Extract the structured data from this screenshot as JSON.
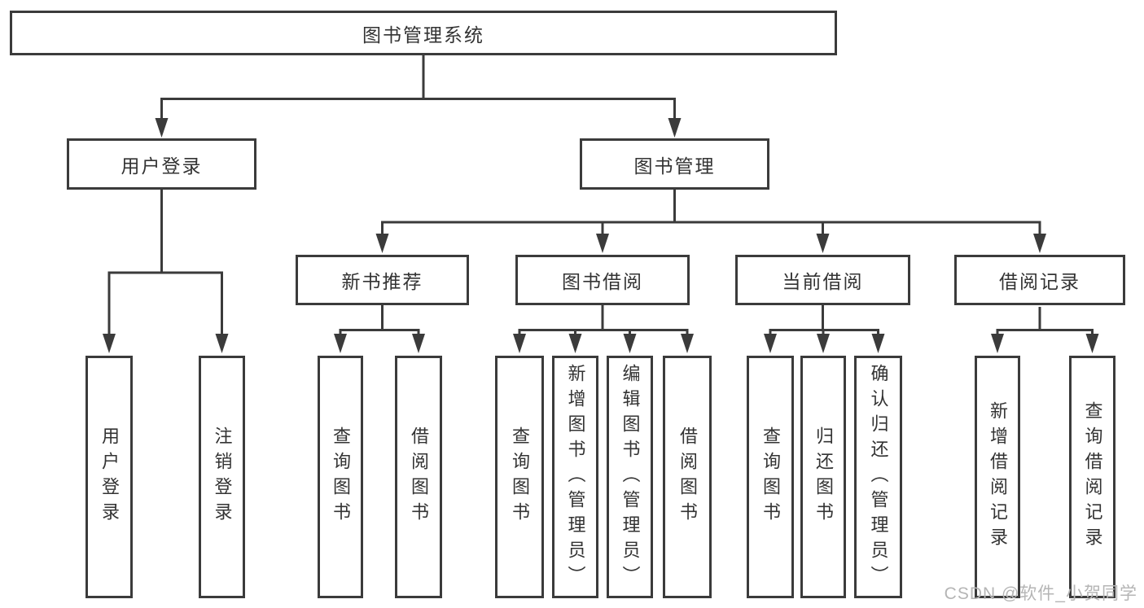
{
  "tree": {
    "label": "图书管理系统",
    "children": [
      {
        "label": "用户登录",
        "children": [
          {
            "label": "用户登录"
          },
          {
            "label": "注销登录"
          }
        ]
      },
      {
        "label": "图书管理",
        "children": [
          {
            "label": "新书推荐",
            "children": [
              {
                "label": "查询图书"
              },
              {
                "label": "借阅图书"
              }
            ]
          },
          {
            "label": "图书借阅",
            "children": [
              {
                "label": "查询图书"
              },
              {
                "label": "新增图书（管理员）"
              },
              {
                "label": "编辑图书（管理员）"
              },
              {
                "label": "借阅图书"
              }
            ]
          },
          {
            "label": "当前借阅",
            "children": [
              {
                "label": "查询图书"
              },
              {
                "label": "归还图书"
              },
              {
                "label": "确认归还（管理员）"
              }
            ]
          },
          {
            "label": "借阅记录",
            "children": [
              {
                "label": "新增借阅记录"
              },
              {
                "label": "查询借阅记录"
              }
            ]
          }
        ]
      }
    ]
  },
  "watermark": {
    "text": "CSDN @软件_小贺同学"
  },
  "colors": {
    "line": "#3b3b3b",
    "text": "#333333",
    "watermark": "#b5b5b5",
    "background": "#ffffff"
  }
}
